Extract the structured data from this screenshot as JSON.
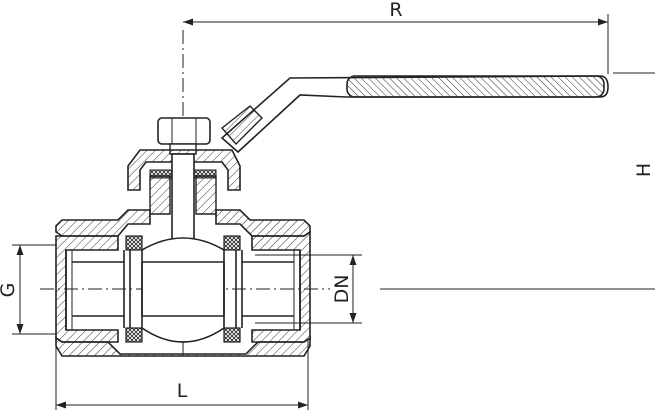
{
  "dimensions": {
    "R": "R",
    "H": "H",
    "G": "G",
    "DN": "DN",
    "L": "L"
  }
}
